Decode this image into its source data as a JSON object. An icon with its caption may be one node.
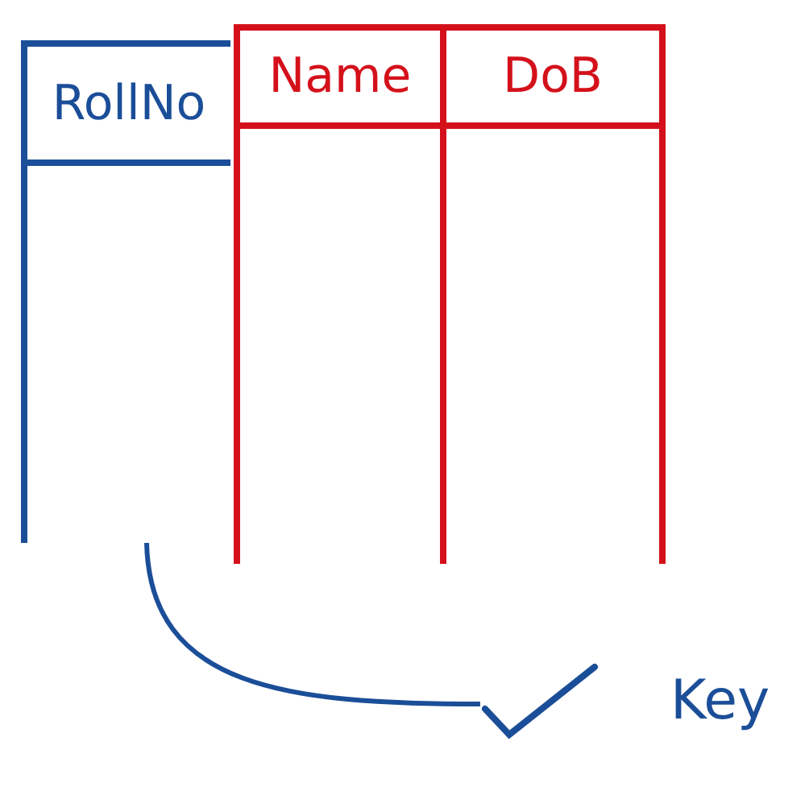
{
  "diagram": {
    "nodes": [
      {
        "text": [
          "RollNo"
        ]
      },
      {
        "text": [
          "Name"
        ]
      },
      {
        "text": [
          "DoB"
        ]
      },
      {
        "text": [
          "Key"
        ]
      }
    ],
    "edges": [
      {
        "from": 3,
        "to": 0,
        "arrow": "none"
      }
    ]
  }
}
